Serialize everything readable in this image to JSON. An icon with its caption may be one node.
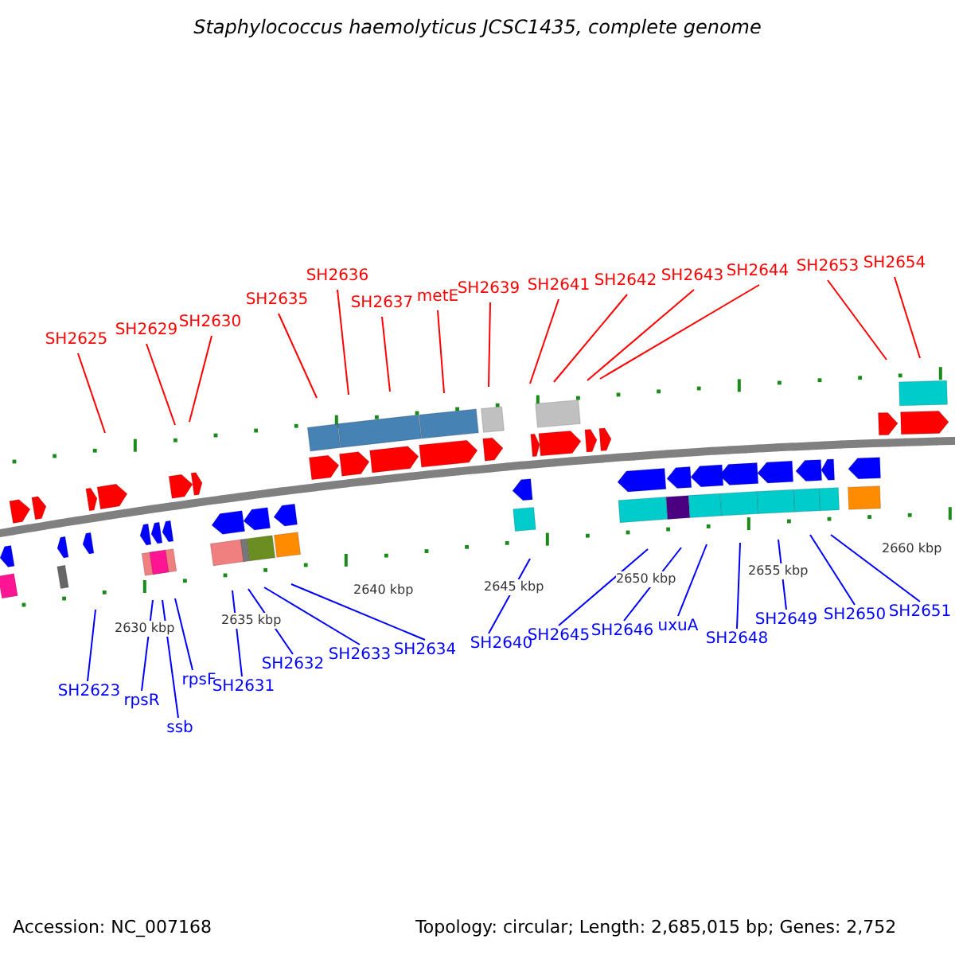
{
  "diagram": {
    "title": "Staphylococcus haemolyticus JCSC1435, complete genome",
    "nodes": [
      {
        "text": [
          "SH2625"
        ]
      },
      {
        "text": [
          "SH2629"
        ]
      },
      {
        "text": [
          "SH2630"
        ]
      },
      {
        "text": [
          "SH2635"
        ]
      },
      {
        "text": [
          "SH2636"
        ]
      },
      {
        "text": [
          "SH2637"
        ]
      },
      {
        "text": [
          "metE"
        ]
      },
      {
        "text": [
          "SH2639"
        ]
      },
      {
        "text": [
          "SH2641"
        ]
      },
      {
        "text": [
          "SH2642"
        ]
      },
      {
        "text": [
          "SH2643"
        ]
      },
      {
        "text": [
          "SH2644"
        ]
      },
      {
        "text": [
          "SH2653"
        ]
      },
      {
        "text": [
          "SH2654"
        ]
      },
      {
        "text": [
          "SH2623"
        ]
      },
      {
        "text": [
          "rpsR"
        ]
      },
      {
        "text": [
          "ssb"
        ]
      },
      {
        "text": [
          "rpsF"
        ]
      },
      {
        "text": [
          "SH2631"
        ]
      },
      {
        "text": [
          "SH2632"
        ]
      },
      {
        "text": [
          "SH2633"
        ]
      },
      {
        "text": [
          "SH2634"
        ]
      },
      {
        "text": [
          "SH2640"
        ]
      },
      {
        "text": [
          "SH2645"
        ]
      },
      {
        "text": [
          "SH2646"
        ]
      },
      {
        "text": [
          "uxuA"
        ]
      },
      {
        "text": [
          "SH2648"
        ]
      },
      {
        "text": [
          "SH2649"
        ]
      },
      {
        "text": [
          "SH2650"
        ]
      },
      {
        "text": [
          "SH2651"
        ]
      }
    ],
    "edges": [
      {
        "from": 0,
        "to": null,
        "arrow": "none",
        "color": "#ff0000"
      },
      {
        "from": 1,
        "to": null,
        "arrow": "none",
        "color": "#ff0000"
      },
      {
        "from": 2,
        "to": null,
        "arrow": "none",
        "color": "#ff0000"
      },
      {
        "from": 3,
        "to": null,
        "arrow": "none",
        "color": "#ff0000"
      },
      {
        "from": 4,
        "to": null,
        "arrow": "none",
        "color": "#ff0000"
      },
      {
        "from": 5,
        "to": null,
        "arrow": "none",
        "color": "#ff0000"
      },
      {
        "from": 6,
        "to": null,
        "arrow": "none",
        "color": "#ff0000"
      },
      {
        "from": 7,
        "to": null,
        "arrow": "none",
        "color": "#ff0000"
      },
      {
        "from": 8,
        "to": null,
        "arrow": "none",
        "color": "#ff0000"
      },
      {
        "from": 9,
        "to": null,
        "arrow": "none",
        "color": "#ff0000"
      },
      {
        "from": 10,
        "to": null,
        "arrow": "none",
        "color": "#ff0000"
      },
      {
        "from": 11,
        "to": null,
        "arrow": "none",
        "color": "#ff0000"
      },
      {
        "from": 12,
        "to": null,
        "arrow": "none",
        "color": "#ff0000"
      },
      {
        "from": 13,
        "to": null,
        "arrow": "none",
        "color": "#ff0000"
      },
      {
        "from": 14,
        "to": null,
        "arrow": "none"
      },
      {
        "from": 15,
        "to": null,
        "arrow": "none"
      },
      {
        "from": 16,
        "to": null,
        "arrow": "none"
      },
      {
        "from": 17,
        "to": null,
        "arrow": "none"
      },
      {
        "from": 18,
        "to": null,
        "arrow": "none"
      },
      {
        "from": 19,
        "to": null,
        "arrow": "none"
      },
      {
        "from": 20,
        "to": null,
        "arrow": "none"
      },
      {
        "from": 21,
        "to": null,
        "arrow": "none"
      },
      {
        "from": 22,
        "to": null,
        "arrow": "none"
      },
      {
        "from": 23,
        "to": null,
        "arrow": "none"
      },
      {
        "from": 24,
        "to": null,
        "arrow": "none"
      },
      {
        "from": 25,
        "to": null,
        "arrow": "none"
      },
      {
        "from": 26,
        "to": null,
        "arrow": "none"
      },
      {
        "from": 27,
        "to": null,
        "arrow": "none"
      },
      {
        "from": 28,
        "to": null,
        "arrow": "none"
      },
      {
        "from": 29,
        "to": null,
        "arrow": "none"
      }
    ],
    "labels": [
      "2630 kbp",
      "2635 kbp",
      "2640 kbp",
      "2645 kbp",
      "2650 kbp",
      "2655 kbp",
      "2660 kbp",
      "Accession: NC_007168",
      "Topology: circular; Length: 2,685,015 bp; Genes: 2,752"
    ]
  }
}
